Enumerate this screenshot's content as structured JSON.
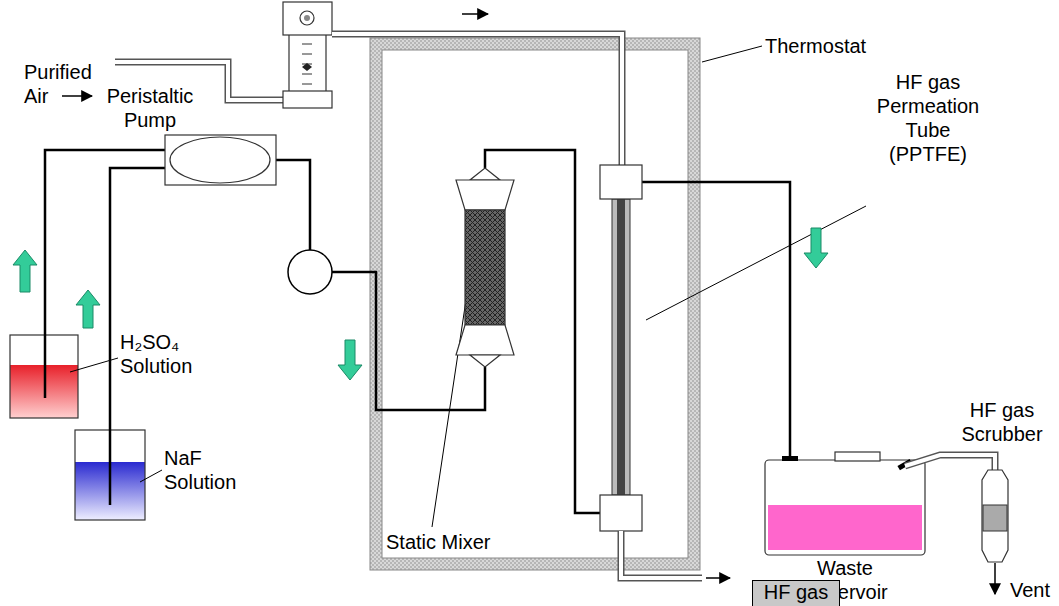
{
  "diagram": {
    "nodes": [
      {
        "text": [
          "HF gas"
        ]
      }
    ],
    "labels": [
      "Purified Air",
      "Peristaltic Pump",
      "H₂SO₄ Solution",
      "NaF Solution",
      "Static Mixer",
      "Thermostat",
      "HF gas Permeation Tube (PPTFE)",
      "Waste Reservoir",
      "HF gas Scrubber",
      "Vent"
    ]
  }
}
